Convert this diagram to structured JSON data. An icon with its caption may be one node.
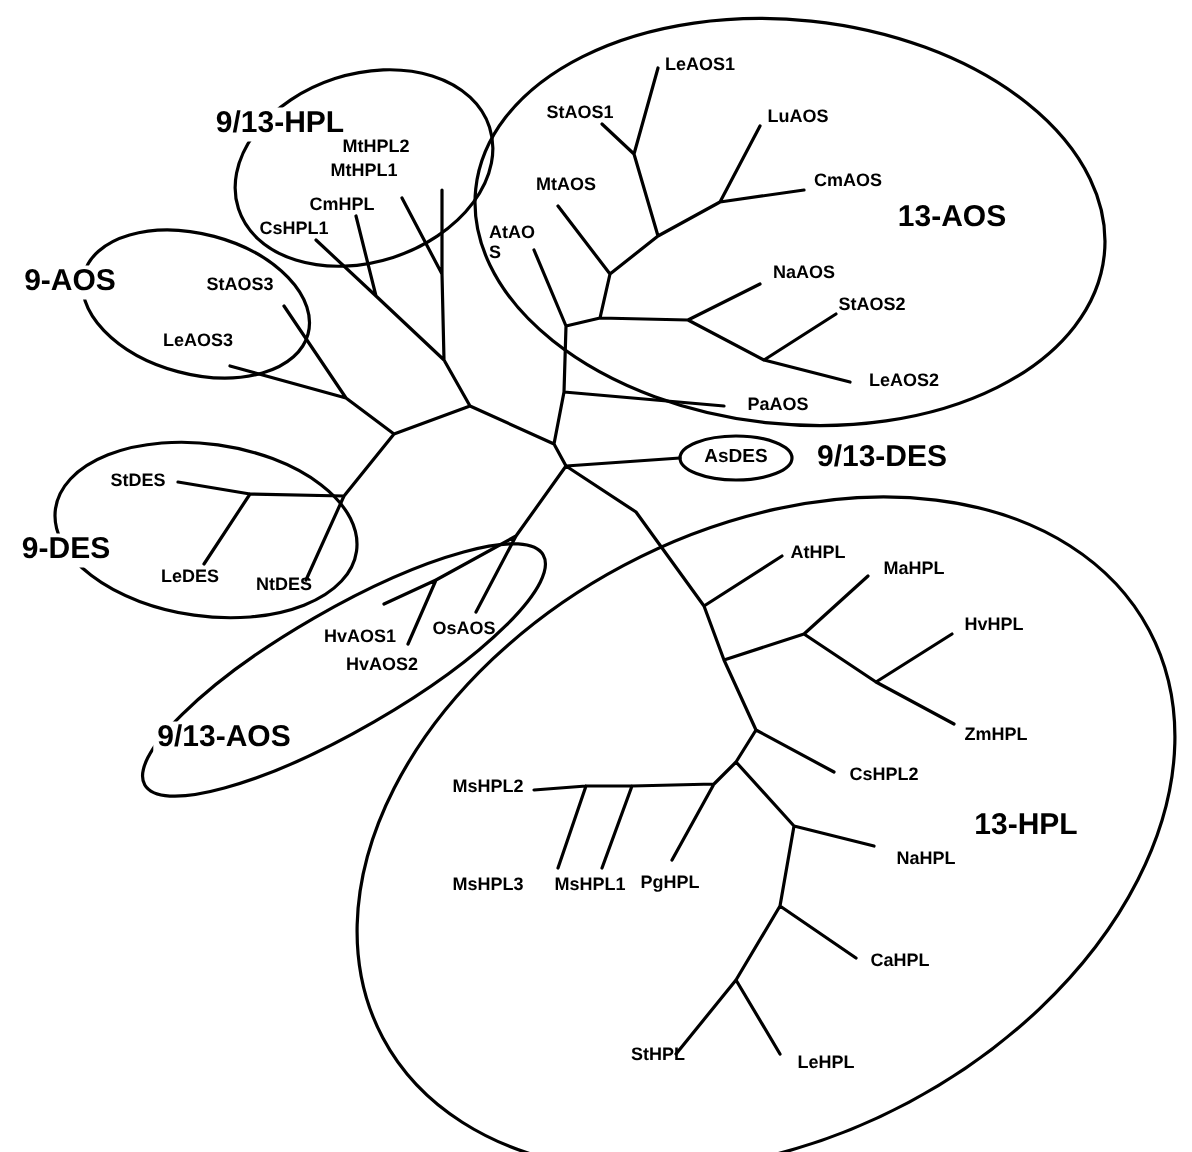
{
  "diagram": {
    "nodes": [
      {
        "text": [
          "9/13-HPL"
        ]
      },
      {
        "text": [
          "13-AOS"
        ]
      },
      {
        "text": [
          "9-AOS"
        ]
      },
      {
        "text": [
          "AsDES",
          "9/13-DES"
        ]
      },
      {
        "text": [
          "9-DES"
        ]
      },
      {
        "text": [
          "9/13-AOS"
        ]
      },
      {
        "text": [
          "13-HPL"
        ]
      }
    ],
    "labels": [
      "LeAOS1",
      "StAOS1",
      "LuAOS",
      "MtHPL2",
      "MtHPL1",
      "MtAOS",
      "CmAOS",
      "CmHPL",
      "CsHPL1",
      "AtAO S",
      "StAOS3",
      "NaAOS",
      "StAOS2",
      "LeAOS3",
      "LeAOS2",
      "PaAOS",
      "StDES",
      "LeDES",
      "NtDES",
      "AtHPL",
      "MaHPL",
      "HvAOS1",
      "OsAOS",
      "HvAOS2",
      "HvHPL",
      "ZmHPL",
      "CsHPL2",
      "MsHPL2",
      "NaHPL",
      "MsHPL3",
      "MsHPL1",
      "PgHPL",
      "CaHPL",
      "StHPL",
      "LeHPL"
    ]
  }
}
